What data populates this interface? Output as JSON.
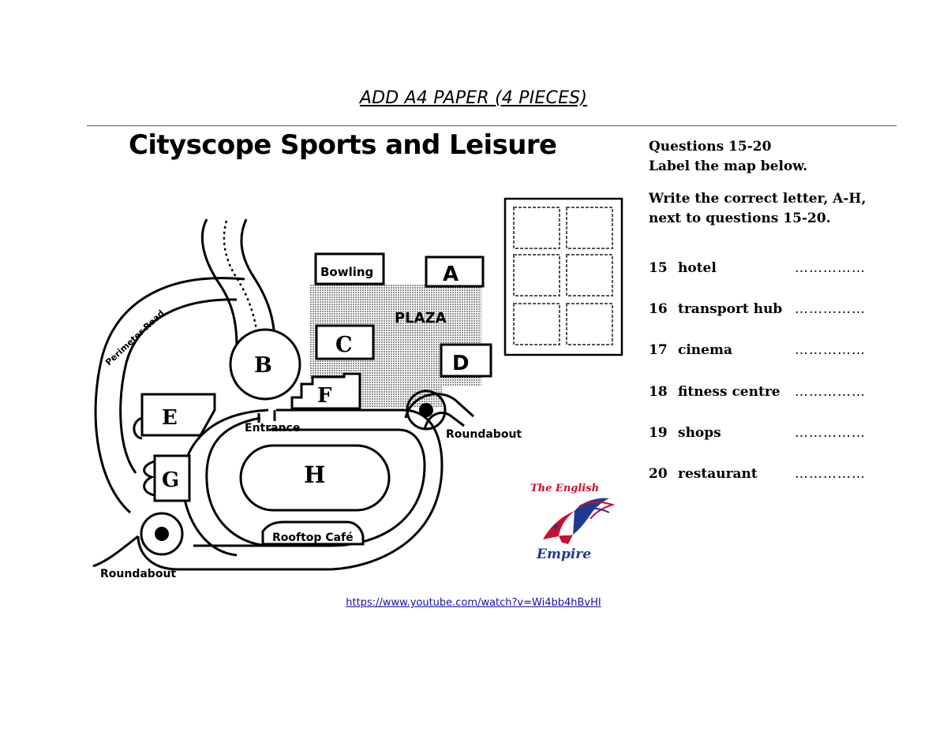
{
  "page": {
    "title": "ADD A4 PAPER (4 PIECES)",
    "link": "https://www.youtube.com/watch?v=Wi4bb4hBvHI"
  },
  "map": {
    "title": "Cityscope Sports and Leisure",
    "labels": {
      "bowling": "Bowling",
      "plaza": "PLAZA",
      "perimeter_road": "Perimeter Road",
      "entrance": "Entrance",
      "roundabout_right": "Roundabout",
      "roundabout_left": "Roundabout",
      "rooftop_cafe": "Rooftop Café"
    },
    "letters": {
      "a": "A",
      "b": "B",
      "c": "C",
      "d": "D",
      "e": "E",
      "f": "F",
      "g": "G",
      "h": "H"
    }
  },
  "questions": {
    "heading": "Questions 15-20",
    "instruction": "Label the map below.",
    "instruction2a": "Write the correct letter, A-H,",
    "instruction2b": "next to questions 15-20.",
    "items": [
      {
        "num": "15",
        "text": "hotel",
        "dots": "……………"
      },
      {
        "num": "16",
        "text": "transport hub",
        "dots": "……………"
      },
      {
        "num": "17",
        "text": "cinema",
        "dots": "……………"
      },
      {
        "num": "18",
        "text": "fitness centre",
        "dots": "……………"
      },
      {
        "num": "19",
        "text": "shops",
        "dots": "……………"
      },
      {
        "num": "20",
        "text": "restaurant",
        "dots": "……………"
      }
    ]
  },
  "logo": {
    "top": "The English",
    "bottom": "Empire",
    "color_red": "#c8102e",
    "color_blue": "#1f3a93"
  }
}
